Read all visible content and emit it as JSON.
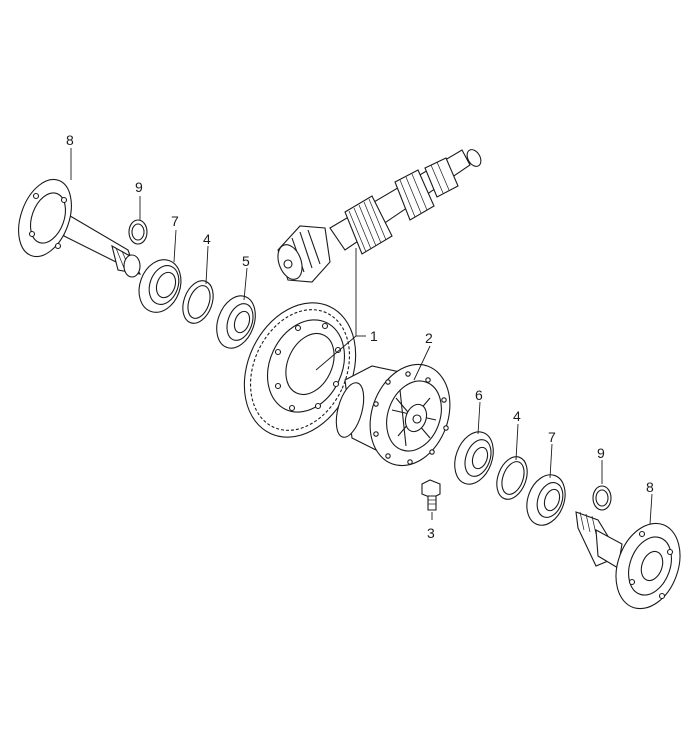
{
  "diagram": {
    "callouts": {
      "c1": "1",
      "c2": "2",
      "c3": "3",
      "c4a": "4",
      "c4b": "4",
      "c5": "5",
      "c6": "6",
      "c7a": "7",
      "c7b": "7",
      "c8a": "8",
      "c8b": "8",
      "c9a": "9",
      "c9b": "9"
    }
  },
  "colors": {
    "line": "#1a1a1a",
    "fill": "#ffffff"
  }
}
